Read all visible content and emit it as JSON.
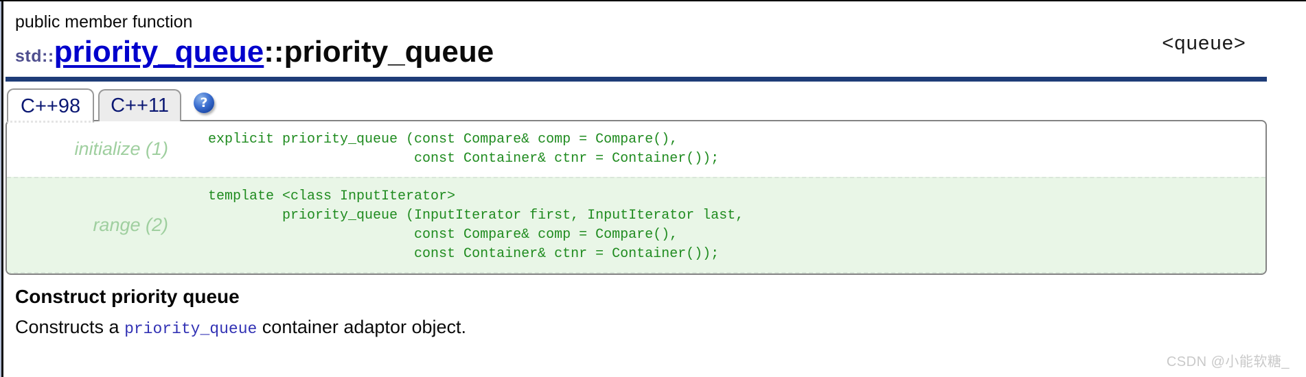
{
  "header": {
    "kicker": "public member function",
    "title_namespace": "std::",
    "title_link": "priority_queue",
    "title_rest": "::priority_queue",
    "header_reference": "<queue>"
  },
  "tabs": [
    {
      "label": "C++98",
      "active": true
    },
    {
      "label": "C++11",
      "active": false
    }
  ],
  "help_icon_glyph": "?",
  "overloads": [
    {
      "label": "initialize (1)",
      "code": "explicit priority_queue (const Compare& comp = Compare(),\n                         const Container& ctnr = Container());"
    },
    {
      "label": "range (2)",
      "code": "template <class InputIterator>\n         priority_queue (InputIterator first, InputIterator last,\n                         const Compare& comp = Compare(),\n                         const Container& ctnr = Container());"
    }
  ],
  "section": {
    "heading": "Construct priority queue",
    "description_prefix": "Constructs a ",
    "description_code": "priority_queue",
    "description_suffix": " container adaptor object."
  },
  "watermark": "CSDN @小能软糖_",
  "colors": {
    "accent_navy_rule": "#1e3c78",
    "link_blue": "#0000cc",
    "namespace_slate": "#4f4f8f",
    "tab_text_navy": "#0b1873",
    "code_green": "#1f8b1f",
    "overload_label_green": "#9fcf9f",
    "alt_row_background": "#e9f6e7",
    "inline_code_navy": "#3232b4",
    "box_border_gray": "#838383",
    "watermark_gray": "#c9c9c9"
  }
}
